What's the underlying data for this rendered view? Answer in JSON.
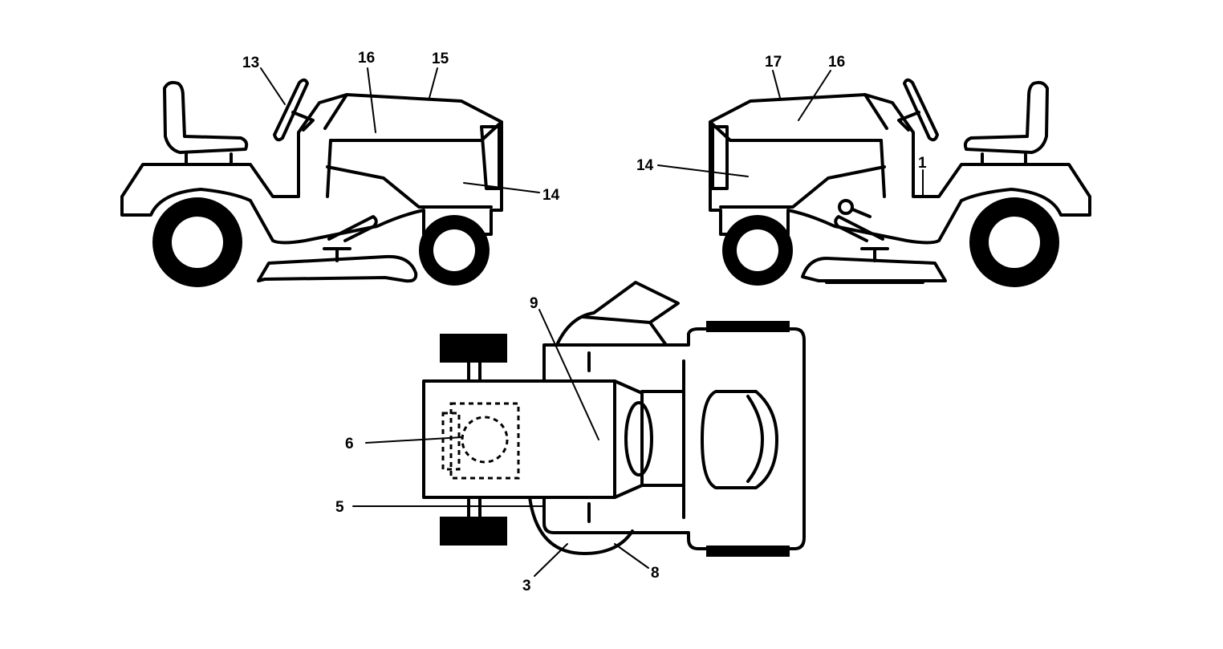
{
  "callouts": {
    "left_13": "13",
    "left_16": "16",
    "left_15": "15",
    "left_14": "14",
    "right_17": "17",
    "right_16": "16",
    "right_14": "14",
    "right_1": "1",
    "top_9": "9",
    "top_6": "6",
    "top_5": "5",
    "top_3": "3",
    "top_8": "8"
  }
}
